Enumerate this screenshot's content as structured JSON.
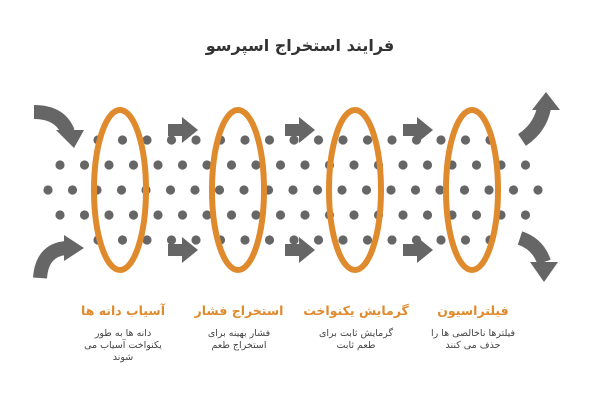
{
  "title": "فرایند استخراج اسپرسو",
  "colors": {
    "accent": "#e08a2e",
    "dot": "#666666",
    "arrow": "#666666",
    "title_text": "#333333",
    "desc_text": "#444444"
  },
  "steps": [
    {
      "title": "آسیاب دانه ها",
      "description": [
        "دانه ها به طور",
        "یکنواخت آسیاب می",
        "شوند"
      ]
    },
    {
      "title": "استخراج فشار",
      "description": [
        "فشار بهینه برای",
        "استخراج طعم"
      ]
    },
    {
      "title": "گرمایش یکنواخت",
      "description": [
        "گرمایش ثابت برای",
        "طعم ثابت"
      ]
    },
    {
      "title": "فیلتراسیون",
      "description": [
        "فیلترها ناخالصی ها را",
        "حذف می کنند"
      ]
    }
  ]
}
